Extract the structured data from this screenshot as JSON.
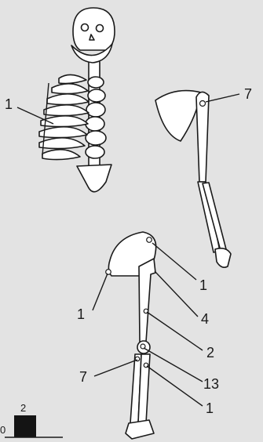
{
  "labels": {
    "ribcage": "1",
    "arm_top": "7",
    "leg_1a": "1",
    "leg_1b": "1",
    "leg_4": "4",
    "leg_2": "2",
    "leg_13": "13",
    "leg_7": "7",
    "leg_1c": "1"
  },
  "scale": {
    "top_value": "2",
    "left_value": "0"
  },
  "colors": {
    "background": "#e3e3e3",
    "ink": "#1a1a1a",
    "bone_fill": "#ffffff"
  }
}
